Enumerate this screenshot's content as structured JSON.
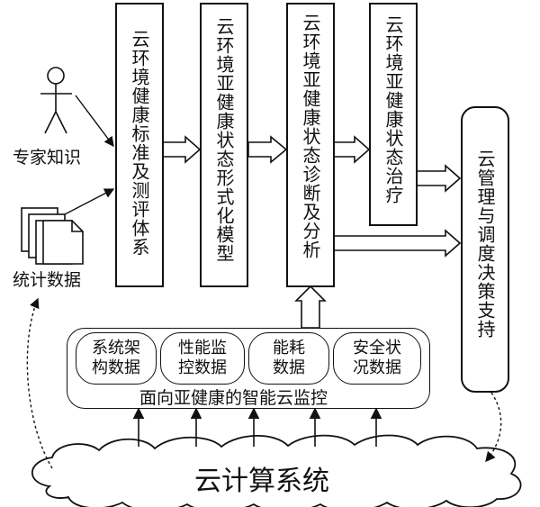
{
  "boxes": {
    "standards": "云环境健康标准及测评体系",
    "model": "云环境亚健康状态形式化模型",
    "diagnosis": "云环境亚健康状态诊断及分析",
    "treatment": "云环境亚健康状态治疗",
    "decision": "云管理与调度决策支持"
  },
  "labels": {
    "expert": "专家知识",
    "stats": "统计数据",
    "monitor_title": "面向亚健康的智能云监控",
    "cloud": "云计算系统"
  },
  "monitor_items": [
    {
      "text": "系统架\n构数据"
    },
    {
      "text": "性能监\n控数据"
    },
    {
      "text": "能耗\n数据"
    },
    {
      "text": "安全状\n况数据"
    }
  ]
}
